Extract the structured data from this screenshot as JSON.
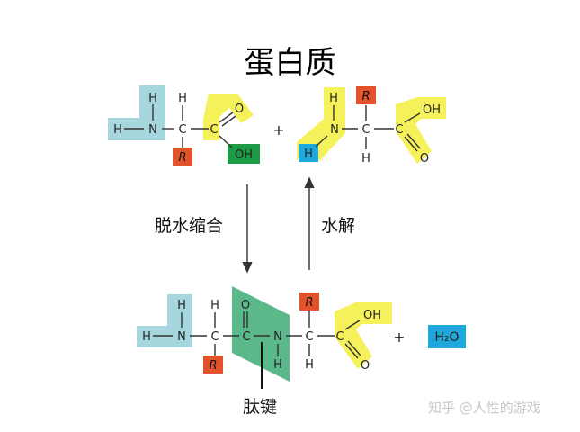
{
  "title": "蛋白质",
  "labels": {
    "condensation": "脱水缩合",
    "hydrolysis": "水解",
    "peptide_bond": "肽键",
    "plus": "+"
  },
  "atoms": {
    "H": "H",
    "N": "N",
    "C": "C",
    "O": "O",
    "OH": "OH",
    "R": "R",
    "water": "H₂O"
  },
  "watermark": "知乎 @人性的游戏",
  "colors": {
    "cyan": "#a6d7df",
    "blue": "#1fa8dc",
    "yellow": "#f5f15a",
    "green": "#1c9a45",
    "peptide_green": "#5ab88a",
    "red": "#e2532b"
  }
}
